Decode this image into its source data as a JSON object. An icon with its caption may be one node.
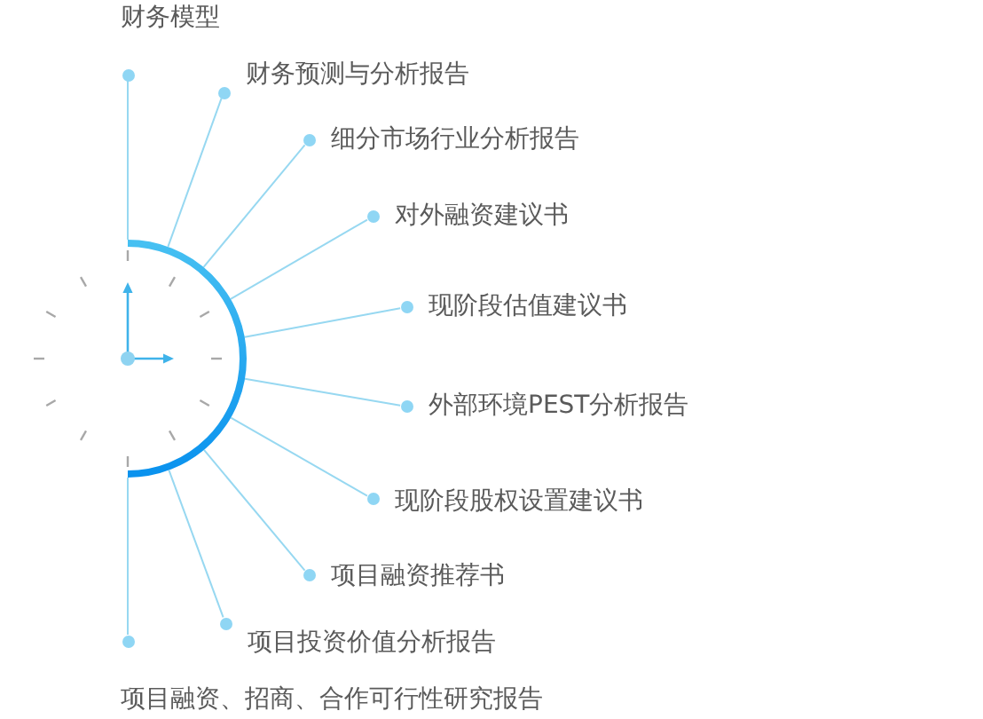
{
  "diagram": {
    "nodes": [
      {
        "text": [],
        "shape": "picture"
      },
      {
        "text": [
          "财务模型"
        ]
      },
      {
        "text": [
          "财务预测与分析报告"
        ]
      },
      {
        "text": [
          "细分市场行业分析报告"
        ]
      },
      {
        "text": [
          "对外融资建议书"
        ]
      },
      {
        "text": [
          "现阶段估值建议书"
        ]
      },
      {
        "text": [
          "外部环境PEST分析报告"
        ]
      },
      {
        "text": [
          "现阶段股权设置建议书"
        ]
      },
      {
        "text": [
          "项目融资推荐书"
        ]
      },
      {
        "text": [
          "项目投资价值分析报告"
        ]
      },
      {
        "text": [
          "项目融资、招商、合作可行性研究报告"
        ]
      }
    ],
    "edges": [
      {
        "from": 0,
        "to": 1,
        "arrow": "none"
      },
      {
        "from": 0,
        "to": 2,
        "arrow": "none"
      },
      {
        "from": 0,
        "to": 3,
        "arrow": "none"
      },
      {
        "from": 0,
        "to": 4,
        "arrow": "none"
      },
      {
        "from": 0,
        "to": 5,
        "arrow": "none"
      },
      {
        "from": 0,
        "to": 6,
        "arrow": "none"
      },
      {
        "from": 0,
        "to": 7,
        "arrow": "none"
      },
      {
        "from": 0,
        "to": 8,
        "arrow": "none"
      },
      {
        "from": 0,
        "to": 9,
        "arrow": "none"
      },
      {
        "from": 0,
        "to": 10,
        "arrow": "none"
      }
    ]
  }
}
